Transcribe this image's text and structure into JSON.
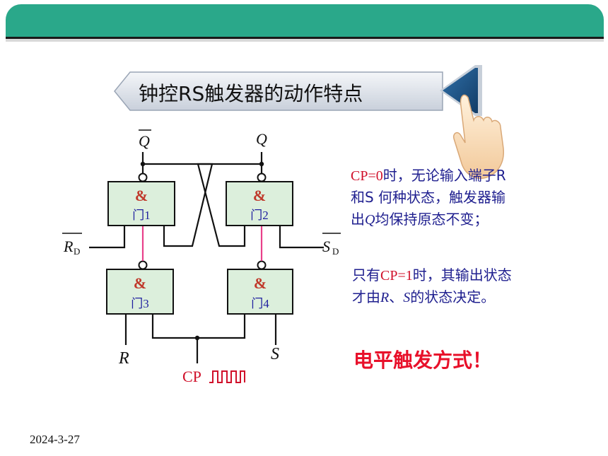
{
  "header": {
    "bar_color": "#2aa88a"
  },
  "title": "钟控RS触发器的动作特点",
  "date": "2024-3-27",
  "circuit": {
    "q_bar_label": "Q",
    "q_label": "Q",
    "rd_label": "R",
    "rd_sub": "D",
    "sd_label": "S",
    "sd_sub": "D",
    "r_label": "R",
    "s_label": "S",
    "cp_label": "CP",
    "gates": [
      {
        "symbol": "&",
        "name": "门1"
      },
      {
        "symbol": "&",
        "name": "门2"
      },
      {
        "symbol": "&",
        "name": "门3"
      },
      {
        "symbol": "&",
        "name": "门4"
      }
    ]
  },
  "notes": {
    "p1_cp": "CP=0",
    "p1_a": "时，无论输入端子R",
    "p1_b": "和S 何种状态，触发器输",
    "p1_c1": "出",
    "p1_q": "Q",
    "p1_c2": "均保持原态不变；",
    "p2_a": "只有",
    "p2_cp": "CP=1",
    "p2_b": "时，其输出状态",
    "p2_c1": "才由",
    "p2_r": "R",
    "p2_sep": "、",
    "p2_s": "S",
    "p2_c2": "的状态决定。"
  },
  "slogan": "电平触发方式！",
  "colors": {
    "gate_fill": "#dcefdc",
    "gate_symbol": "#c0392b",
    "gate_name": "#1f1f9f",
    "link": "#e8408a"
  }
}
